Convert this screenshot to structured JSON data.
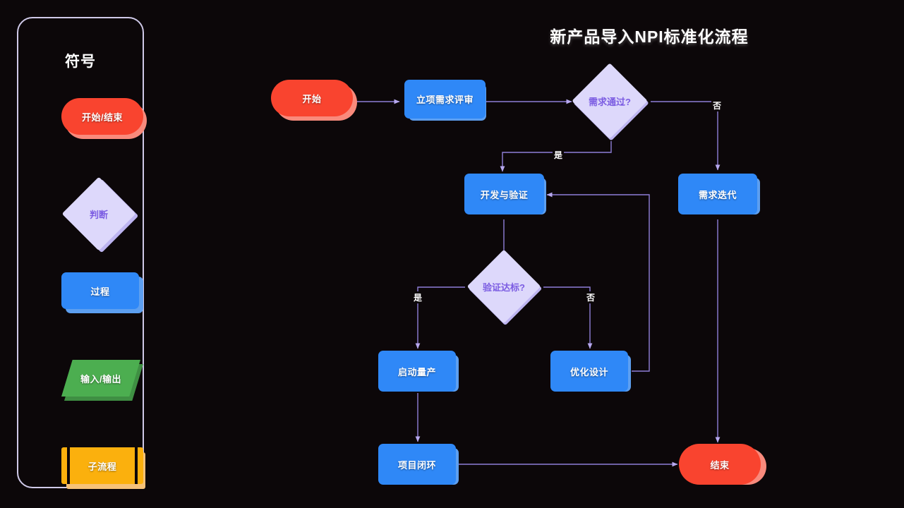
{
  "title": "新产品导入NPI标准化流程",
  "background_color": "#0c0709",
  "legend": {
    "title": "符号",
    "items": [
      {
        "label": "开始/结束",
        "shape": "terminator",
        "color": "#f9442f",
        "text_color": "#ffffff"
      },
      {
        "label": "判断",
        "shape": "decision",
        "color": "#ddd8fb",
        "text_color": "#7b5ce2"
      },
      {
        "label": "过程",
        "shape": "process",
        "color": "#2f88f7",
        "text_color": "#ffffff"
      },
      {
        "label": "输入/输出",
        "shape": "io",
        "color": "#4cae50",
        "text_color": "#ffffff"
      },
      {
        "label": "子流程",
        "shape": "subprocess",
        "color": "#fbb00d",
        "text_color": "#ffffff"
      }
    ]
  },
  "flow": {
    "nodes": [
      {
        "id": "start",
        "label": "开始",
        "type": "terminator"
      },
      {
        "id": "review",
        "label": "立项需求评审",
        "type": "process"
      },
      {
        "id": "d1",
        "label": "需求通过?",
        "type": "decision"
      },
      {
        "id": "iterate",
        "label": "需求迭代",
        "type": "process"
      },
      {
        "id": "dev",
        "label": "开发与验证",
        "type": "process"
      },
      {
        "id": "d2",
        "label": "验证达标?",
        "type": "decision"
      },
      {
        "id": "mass",
        "label": "启动量产",
        "type": "process"
      },
      {
        "id": "optim",
        "label": "优化设计",
        "type": "process"
      },
      {
        "id": "close",
        "label": "项目闭环",
        "type": "process"
      },
      {
        "id": "end",
        "label": "结束",
        "type": "terminator"
      }
    ],
    "edge_labels": {
      "d1_no": "否",
      "d1_yes": "是",
      "d2_yes": "是",
      "d2_no": "否"
    },
    "connector_color": "#8f7fd8",
    "arrow_color": "#b7a8ef"
  }
}
